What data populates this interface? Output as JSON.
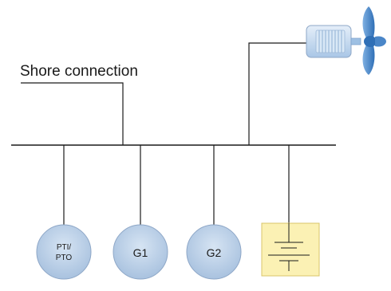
{
  "diagram": {
    "shore_connection_label": "Shore connection",
    "nodes": [
      {
        "id": "pti-pto",
        "label_line1": "PTI/",
        "label_line2": "PTO"
      },
      {
        "id": "g1",
        "label": "G1"
      },
      {
        "id": "g2",
        "label": "G2"
      }
    ]
  },
  "colors": {
    "line": "#1a1a1a",
    "circle_fill": "#b7cde6",
    "circle_stroke": "#8ea7c7",
    "battery_fill": "#fbf1b4",
    "battery_stroke": "#d8c56a",
    "motor_fill": "#c7dbf0",
    "propeller_fill": "#4a86c8"
  }
}
